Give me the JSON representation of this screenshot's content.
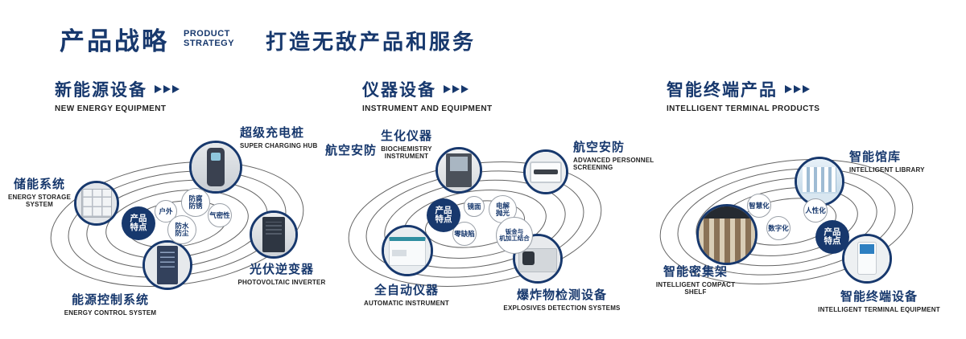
{
  "colors": {
    "brand_navy": "#17386d",
    "orbit_line": "#4a4a4a",
    "text_dark": "#222222"
  },
  "header": {
    "title": "产品战略",
    "subtitle_line1": "PRODUCT",
    "subtitle_line2": "STRATEGY",
    "tagline": "打造无敌产品和服务"
  },
  "sections": {
    "new_energy": {
      "title": "新能源设备",
      "subtitle": "NEW ENERGY EQUIPMENT",
      "center_label": "产品\n特点",
      "features": {
        "outdoor": "户外",
        "anti_corrosion": "防腐\n防锈",
        "airtightness": "气密性",
        "waterproof": "防水\n防尘"
      },
      "nodes": {
        "charging": {
          "label": "超级充电桩",
          "sublabel": "SUPER CHARGING HUB"
        },
        "storage": {
          "label": "储能系统",
          "sublabel": "ENERGY STORAGE\nSYSTEM"
        },
        "inverter": {
          "label": "光伏逆变器",
          "sublabel": "PHOTOVOLTAIC INVERTER"
        },
        "control": {
          "label": "能源控制系统",
          "sublabel": "ENERGY CONTROL SYSTEM"
        }
      }
    },
    "instrument": {
      "title": "仪器设备",
      "subtitle": "INSTRUMENT AND EQUIPMENT",
      "center_label": "产品\n特点",
      "aviation_label": "航空安防",
      "features": {
        "mirror": "镜面",
        "electropolish": "电解\n抛光",
        "zero_defect": "零缺陷",
        "sheet_metal": "钣金与\n机加工结合"
      },
      "nodes": {
        "biochem": {
          "label": "生化仪器",
          "sublabel": "BIOCHEMISTRY INSTRUMENT"
        },
        "screening": {
          "label": "航空安防",
          "sublabel": "ADVANCED PERSONNEL\nSCREENING"
        },
        "automatic": {
          "label": "全自动仪器",
          "sublabel": "AUTOMATIC INSTRUMENT"
        },
        "explosives": {
          "label": "爆炸物检测设备",
          "sublabel": "EXPLOSIVES DETECTION SYSTEMS"
        }
      }
    },
    "intelligent": {
      "title": "智能终端产品",
      "subtitle": "INTELLIGENT TERMINAL PRODUCTS",
      "center_label": "产品\n特点",
      "features": {
        "smart": "智慧化",
        "humanized": "人性化",
        "digital": "数字化"
      },
      "nodes": {
        "library": {
          "label": "智能馆库",
          "sublabel": "INTELLIGENT LIBRARY"
        },
        "shelf": {
          "label": "智能密集架",
          "sublabel": "INTELLIGENT COMPACT\nSHELF"
        },
        "terminal": {
          "label": "智能终端设备",
          "sublabel": "INTELLIGENT TERMINAL EQUIPMENT"
        }
      }
    }
  }
}
